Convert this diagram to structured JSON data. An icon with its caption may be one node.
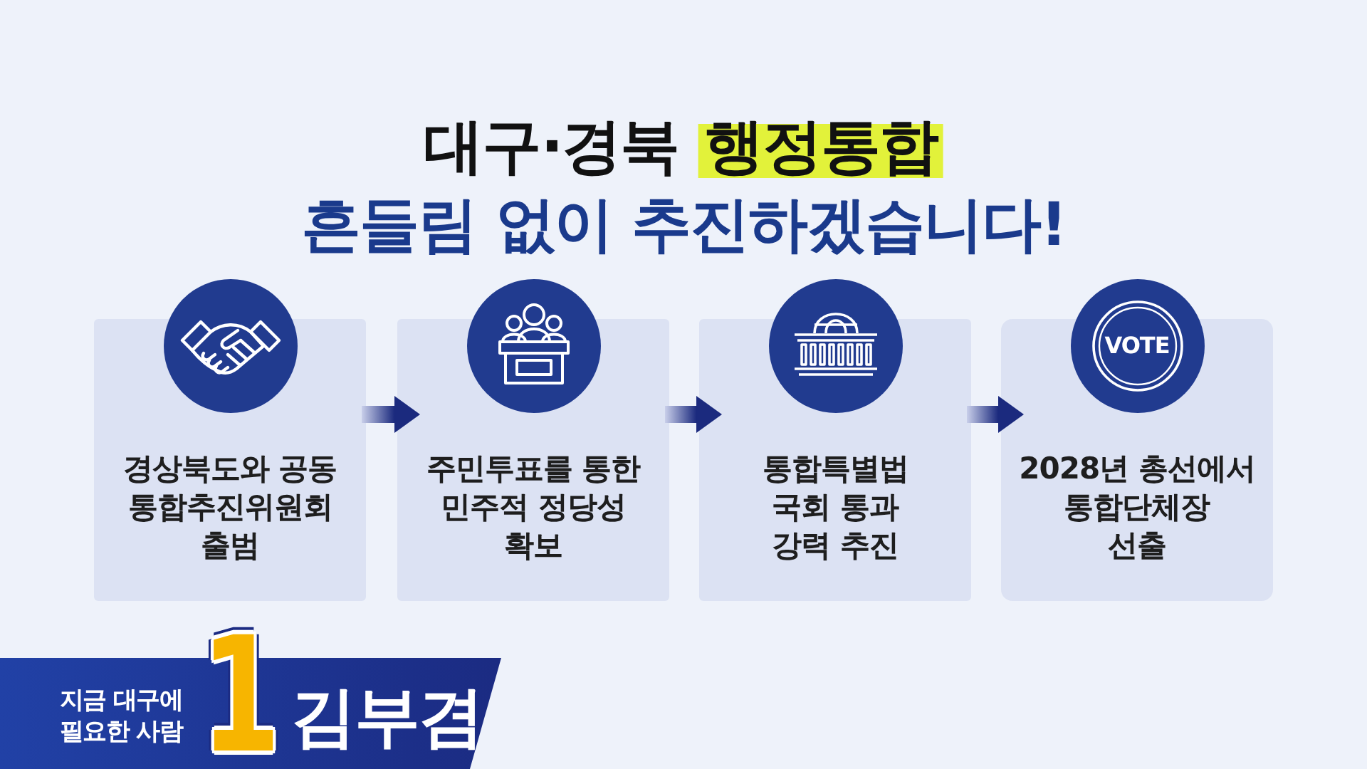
{
  "diagram": {
    "title": "대구·경북 행정통합 흔들림 없이 추진하겠습니다!",
    "nodes": [
      {
        "text": [
          "경상북도와 공동 통합추진위원회 출범"
        ]
      },
      {
        "text": [
          "주민투표를 통한 민주적 정당성 확보"
        ]
      },
      {
        "text": [
          "통합특별법 국회 통과 강력 추진"
        ]
      },
      {
        "text": [
          "2028년 총선에서 통합단체장 선출"
        ]
      }
    ],
    "edges": [
      {
        "from": 0,
        "to": 1,
        "arrow": "to"
      },
      {
        "from": 1,
        "to": 2,
        "arrow": "to"
      },
      {
        "from": 2,
        "to": 3,
        "arrow": "to"
      }
    ],
    "labels": [
      "VOTE",
      "지금 대구에 필요한 사람",
      "1",
      "김부겸"
    ]
  }
}
